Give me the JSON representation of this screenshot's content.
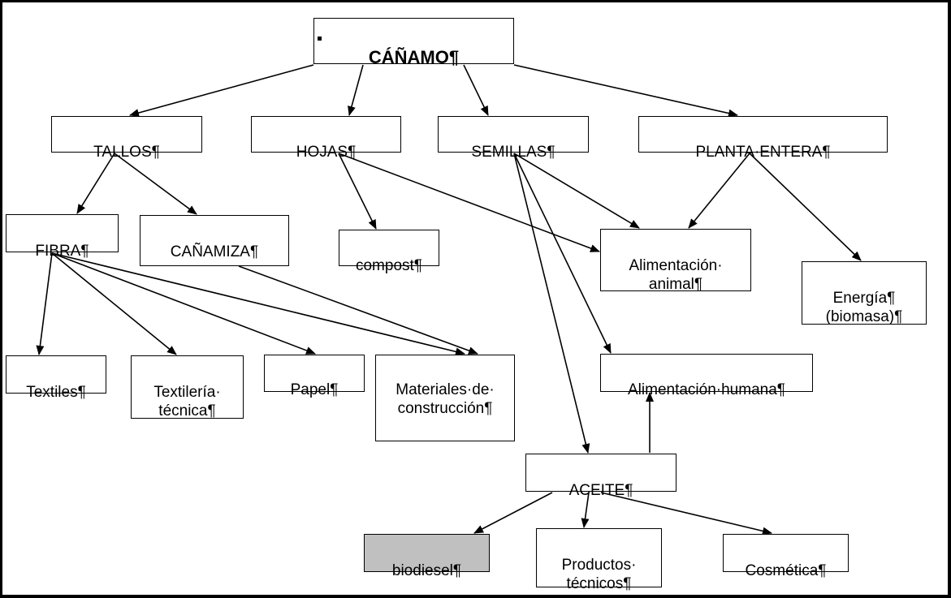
{
  "diagram": {
    "title": "CÁÑAMO¶",
    "nodes": {
      "root": "CÁÑAMO¶",
      "tallos": "TALLOS¶",
      "hojas": "HOJAS¶",
      "semillas": "SEMILLAS¶",
      "planta": "PLANTA·ENTERA¶",
      "fibra": "FIBRA¶",
      "canamiza": "CAÑAMIZA¶",
      "compost": "compost¶",
      "alim_animal": "Alimentación·\nanimal¶",
      "energia": "Energía¶\n(biomasa)¶",
      "textiles": "Textiles¶",
      "textileria": "Textilería·\ntécnica¶",
      "papel": "Papel¶",
      "materiales": "Materiales·de·\nconstrucción¶",
      "alim_humana": "Alimentación·humana¶",
      "aceite": "ACEITE¶",
      "biodiesel": "biodiesel¶",
      "productos": "Productos·\ntécnicos¶",
      "cosmetica": "Cosmética¶"
    },
    "edges": [
      [
        "root",
        "tallos"
      ],
      [
        "root",
        "hojas"
      ],
      [
        "root",
        "semillas"
      ],
      [
        "root",
        "planta"
      ],
      [
        "tallos",
        "fibra"
      ],
      [
        "tallos",
        "canamiza"
      ],
      [
        "hojas",
        "compost"
      ],
      [
        "hojas",
        "alim_animal"
      ],
      [
        "semillas",
        "alim_animal"
      ],
      [
        "semillas",
        "alim_humana"
      ],
      [
        "semillas",
        "aceite"
      ],
      [
        "planta",
        "alim_animal"
      ],
      [
        "planta",
        "energia"
      ],
      [
        "fibra",
        "textiles"
      ],
      [
        "fibra",
        "textileria"
      ],
      [
        "fibra",
        "papel"
      ],
      [
        "fibra",
        "materiales"
      ],
      [
        "canamiza",
        "materiales"
      ],
      [
        "aceite",
        "alim_humana"
      ],
      [
        "aceite",
        "biodiesel"
      ],
      [
        "aceite",
        "productos"
      ],
      [
        "aceite",
        "cosmetica"
      ]
    ],
    "colors": {
      "line": "#000000",
      "highlight_fill": "#c0c0c0"
    }
  }
}
